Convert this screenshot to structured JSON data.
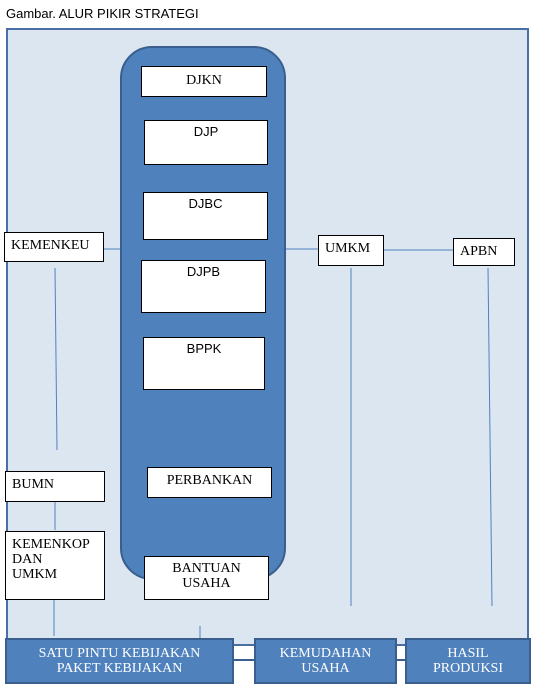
{
  "caption": "Gambar. ALUR PIKIR STRATEGI",
  "center_units": {
    "djkn": "DJKN",
    "djp": "DJP",
    "djbc": "DJBC",
    "djpb": "DJPB",
    "bppk": "BPPK",
    "perbankan": "PERBANKAN",
    "bantuan_usaha": "BANTUAN\nUSAHA"
  },
  "left": {
    "kemenkeu": "KEMENKEU",
    "bumn": "BUMN",
    "kemenkop": "KEMENKOP\nDAN\nUMKM"
  },
  "right": {
    "umkm": "UMKM",
    "apbn": "APBN"
  },
  "bottom": {
    "satu_pintu": "SATU PINTU KEBIJAKAN\nPAKET KEBIJAKAN",
    "kemudahan": "KEMUDAHAN\nUSAHA",
    "hasil": "HASIL\nPRODUKSI"
  }
}
